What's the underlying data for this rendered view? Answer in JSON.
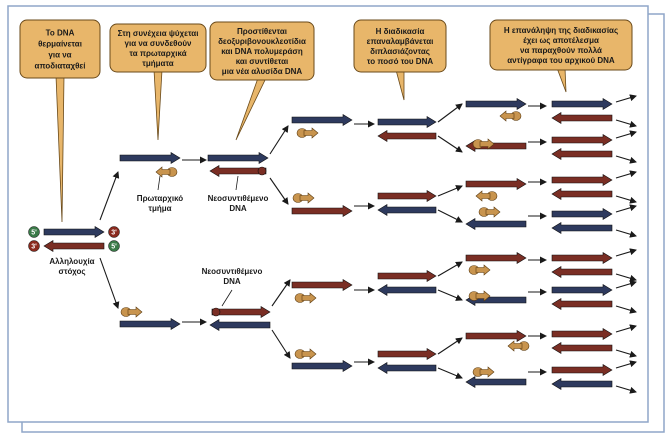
{
  "colors": {
    "blue_strand": "#2e3a5e",
    "red_strand": "#7a2e24",
    "primer": "#c8944e",
    "callout_fill": "#e8b66a",
    "callout_stroke": "#6a4a1a",
    "arrow": "#1a1a1a",
    "frame": "#8fa6c8",
    "end_5": "#3a7a48",
    "end_3": "#8a2a1e"
  },
  "callouts": [
    {
      "lines": [
        "Το DNA",
        "θερμαίνεται",
        "για να",
        "αποδιαταχθεί"
      ]
    },
    {
      "lines": [
        "Στη συνέχεια ψύχεται",
        "για να συνδεθούν",
        "τα πρωταρχικά",
        "τμήματα"
      ]
    },
    {
      "lines": [
        "Προστίθενται",
        "δεοξυριβονουκλεοτίδια",
        "και DNA πολυμεράση",
        "και συντίθεται",
        "μια νέα αλυσίδα DNA"
      ]
    },
    {
      "lines": [
        "Η διαδικασία",
        "επαναλαμβάνεται",
        "διπλασιάζοντας",
        "το ποσό του DNA"
      ]
    },
    {
      "lines": [
        "Η επανάληψη της διαδικασίας",
        "έχει ως αποτέλεσμα",
        "να παραχθούν πολλά",
        "αντίγραφα του αρχικού DNA"
      ]
    }
  ],
  "labels": {
    "primer_label": [
      "Πρωταρχικό",
      "τμήμα"
    ],
    "new_dna_top": [
      "Νεοσυντιθέμενο",
      "DNA"
    ],
    "new_dna_bottom": [
      "Νεοσυντιθέμενο",
      "DNA"
    ],
    "target_label": [
      "Αλληλουχία",
      "στόχος"
    ]
  },
  "ends": {
    "five_prime": "5'",
    "three_prime": "3'"
  }
}
